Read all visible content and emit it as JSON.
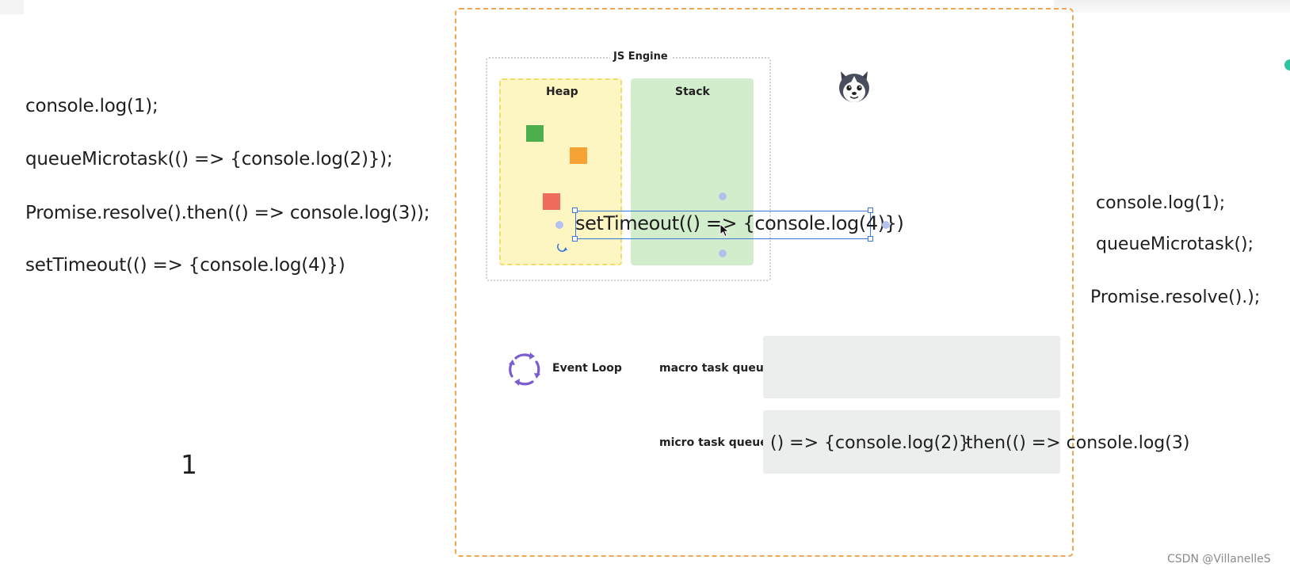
{
  "left_code": [
    "console.log(1);",
    "queueMicrotask(() => {console.log(2)});",
    "Promise.resolve().then(() => console.log(3));",
    "setTimeout(() => {console.log(4)})"
  ],
  "output": "1",
  "diagram": {
    "engine_label": "JS Engine",
    "heap_label": "Heap",
    "stack_label": "Stack",
    "selected_text": "setTimeout(() => {console.log(4)})",
    "event_loop_label": "Event Loop",
    "macro_label": "macro task queue",
    "micro_label": "micro task queue",
    "micro_items": [
      "() => {console.log(2)}",
      "then(() => console.log(3)"
    ]
  },
  "right_code": [
    "console.log(1);",
    "queueMicrotask();",
    "Promise.resolve().);"
  ],
  "watermark": "CSDN @VillanelleS",
  "colors": {
    "canvas_border": "#f0a650",
    "heap_bg": "#fdf6c3",
    "stack_bg": "#d2edcc",
    "queue_bg": "#eceded",
    "selection": "#3b78d8",
    "event_loop": "#7a5ccf",
    "square_green": "#4cae4c",
    "square_orange": "#f7a234",
    "square_red": "#ef6b5b"
  },
  "icons": [
    "husky-mascot-icon",
    "event-loop-cycle-icon",
    "rotate-handle-icon",
    "mouse-cursor-icon"
  ]
}
